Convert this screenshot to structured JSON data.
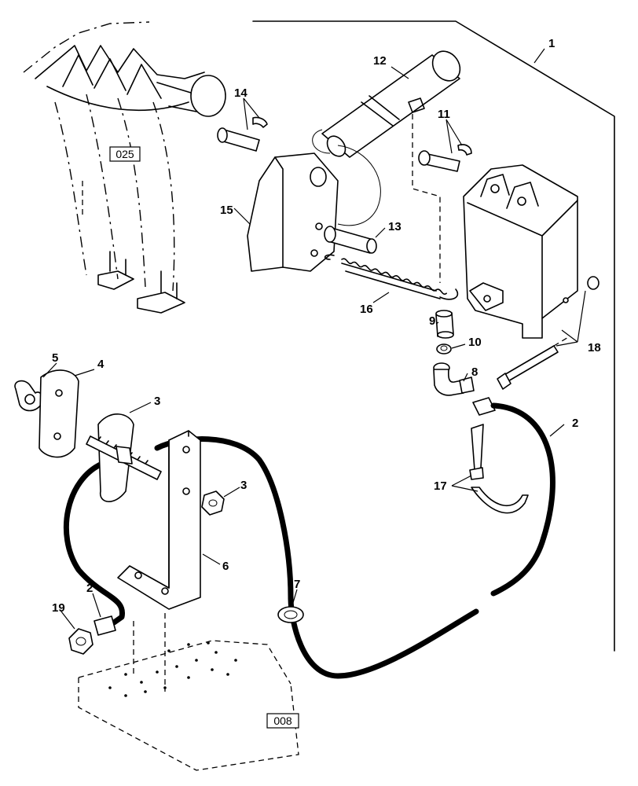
{
  "callouts": [
    {
      "id": "c1",
      "text": "1"
    },
    {
      "id": "c2a",
      "text": "2"
    },
    {
      "id": "c2b",
      "text": "2"
    },
    {
      "id": "c3a",
      "text": "3"
    },
    {
      "id": "c3b",
      "text": "3"
    },
    {
      "id": "c4",
      "text": "4"
    },
    {
      "id": "c5",
      "text": "5"
    },
    {
      "id": "c6",
      "text": "6"
    },
    {
      "id": "c7",
      "text": "7"
    },
    {
      "id": "c8",
      "text": "8"
    },
    {
      "id": "c9",
      "text": "9"
    },
    {
      "id": "c10",
      "text": "10"
    },
    {
      "id": "c11",
      "text": "11"
    },
    {
      "id": "c12",
      "text": "12"
    },
    {
      "id": "c13",
      "text": "13"
    },
    {
      "id": "c14",
      "text": "14"
    },
    {
      "id": "c15",
      "text": "15"
    },
    {
      "id": "c16",
      "text": "16"
    },
    {
      "id": "c17",
      "text": "17"
    },
    {
      "id": "c18",
      "text": "18"
    },
    {
      "id": "c19",
      "text": "19"
    }
  ],
  "references": {
    "ref_025": "025",
    "ref_008": "008"
  }
}
